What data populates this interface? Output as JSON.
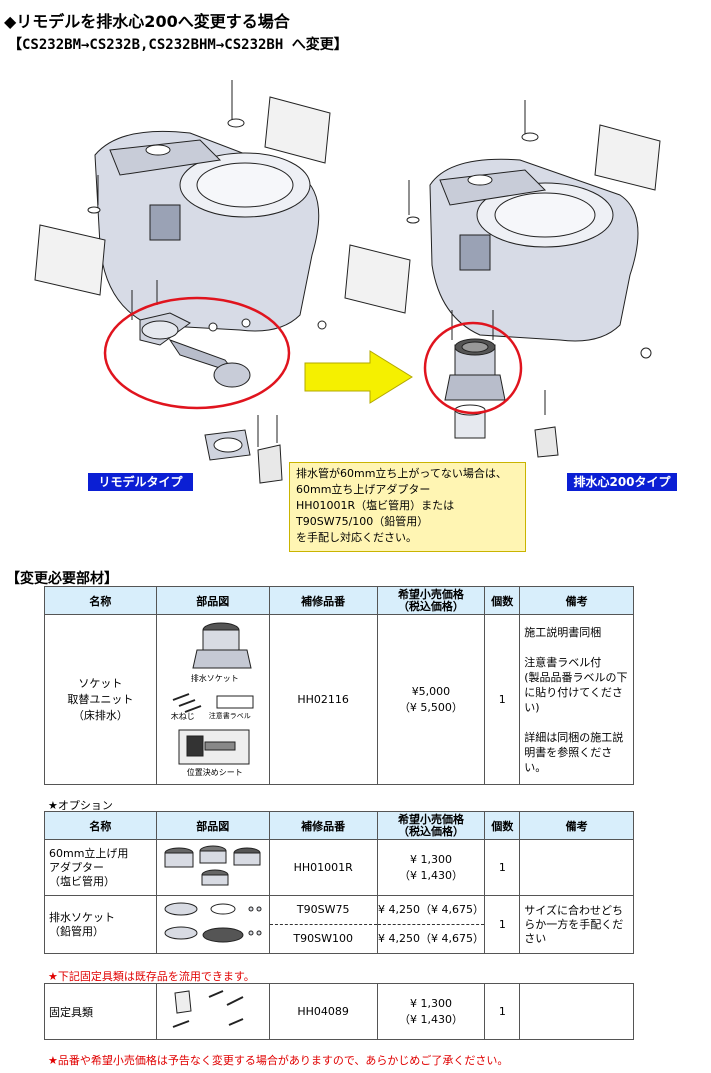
{
  "header": {
    "title": "◆リモデルを排水心200へ変更する場合",
    "subtitle": "【CS232BM→CS232B,CS232BHM→CS232BH へ変更】"
  },
  "illustration": {
    "left_label": "リモデルタイプ",
    "right_label": "排水心200タイプ",
    "note": "排水管が60mm立ち上がってない場合は、\n60mm立ち上げアダプター\nHH01001R（塩ビ管用）または\nT90SW75/100（鉛管用）\nを手配し対応ください。",
    "colors": {
      "label_bg": "#0b1fd4",
      "circle": "#e0141e",
      "arrow": "#f5f000",
      "note_bg": "#fff5b3"
    }
  },
  "required": {
    "section_title": "【変更必要部材】",
    "headers": [
      "名称",
      "部品図",
      "補修品番",
      "希望小売価格\n（税込価格）",
      "個数",
      "備考"
    ],
    "row": {
      "name": "ソケット\n取替ユニット\n（床排水）",
      "fig_labels": [
        "排水ソケット",
        "木ねじ",
        "注意書ラベル",
        "位置決めシート"
      ],
      "part_no": "HH02116",
      "price": "¥5,000\n（¥ 5,500）",
      "qty": "1",
      "remarks": "施工説明書同梱\n\n注意書ラベル付\n(製品品番ラベルの下に貼り付けてください)\n\n詳細は同梱の施工説明書を参照ください。"
    }
  },
  "options": {
    "title": "★オプション",
    "headers": [
      "名称",
      "部品図",
      "補修品番",
      "希望小売価格\n（税込価格）",
      "個数",
      "備考"
    ],
    "rows": [
      {
        "name": "60mm立上げ用\nアダプター\n（塩ビ管用）",
        "part_no": "HH01001R",
        "price": "¥ 1,300\n（¥ 1,430）",
        "qty": "1",
        "remarks": ""
      },
      {
        "name": "排水ソケット\n（鉛管用）",
        "part_no_a": "T90SW75",
        "part_no_b": "T90SW100",
        "price_a": "¥ 4,250（¥ 4,675）",
        "price_b": "¥ 4,250（¥ 4,675）",
        "qty": "1",
        "remarks": "サイズに合わせどちらか一方を手配ください"
      }
    ]
  },
  "fixing": {
    "note": "★下記固定具類は既存品を流用できます。",
    "row": {
      "name": "固定具類",
      "part_no": "HH04089",
      "price": "¥ 1,300\n（¥ 1,430）",
      "qty": "1",
      "remarks": ""
    }
  },
  "footer": "★品番や希望小売価格は予告なく変更する場合がありますので、あらかじめご了承ください。"
}
